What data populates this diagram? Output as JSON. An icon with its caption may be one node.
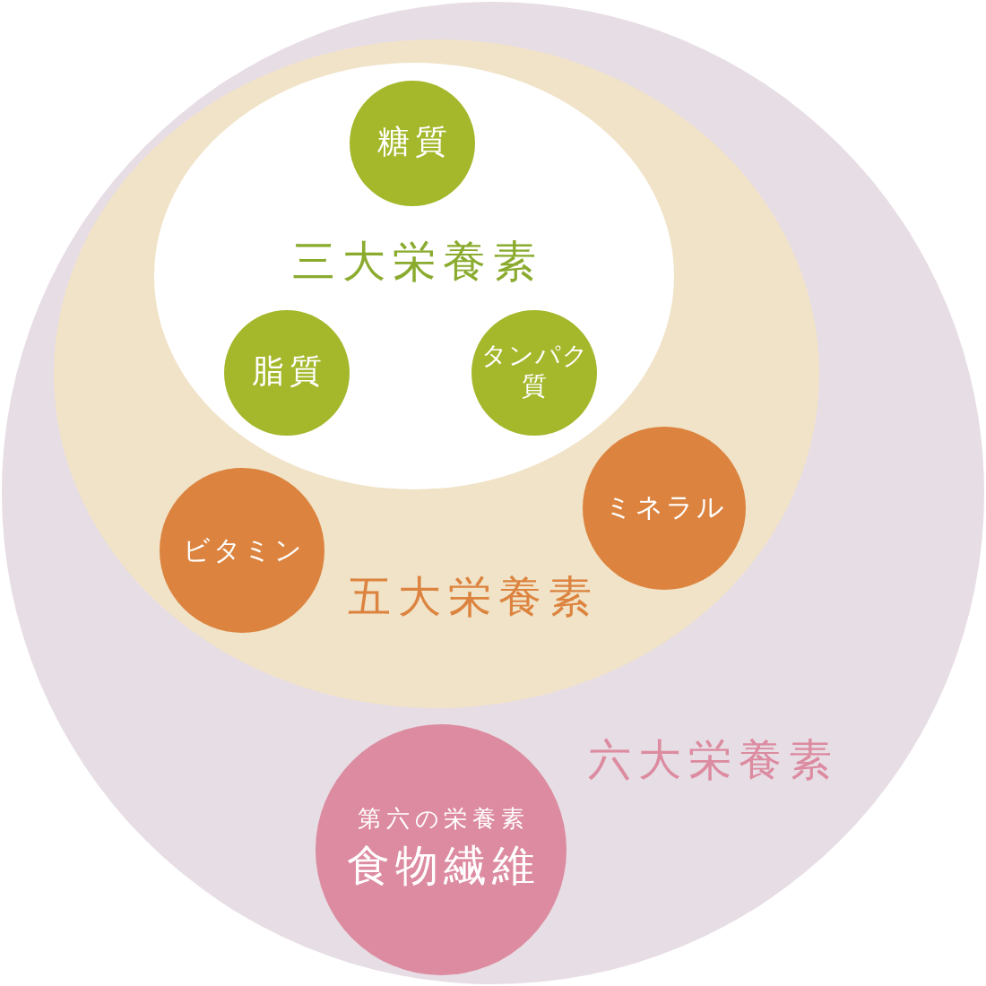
{
  "diagram": {
    "nodes": [
      {
        "text": [
          "六大栄養素"
        ]
      },
      {
        "text": [
          "五大栄養素"
        ],
        "in": 0
      },
      {
        "text": [
          "三大栄養素"
        ],
        "in": 1
      },
      {
        "text": [
          "糖質"
        ],
        "in": 2
      },
      {
        "text": [
          "脂質"
        ],
        "in": 2
      },
      {
        "text": [
          "タンパク質"
        ],
        "in": 2
      },
      {
        "text": [
          "ビタミン"
        ],
        "in": 1
      },
      {
        "text": [
          "ミネラル"
        ],
        "in": 1
      },
      {
        "text": [
          "第六の栄養素",
          "食物繊維"
        ],
        "in": 0
      }
    ]
  }
}
